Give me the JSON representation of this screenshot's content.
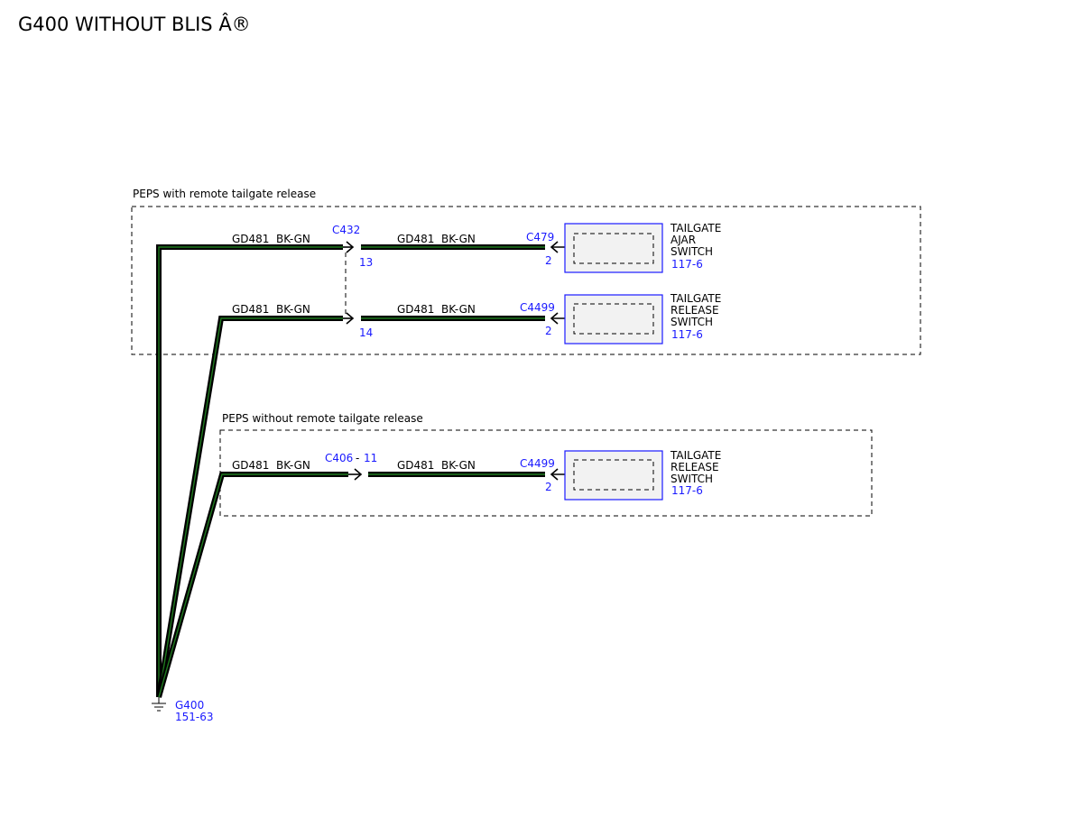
{
  "title": "G400  WITHOUT BLIS Â®",
  "groups": {
    "with_release": {
      "label": "PEPS with remote tailgate release"
    },
    "without_release": {
      "label": "PEPS without remote tailgate release"
    }
  },
  "wires": {
    "w1a": {
      "circuit": "GD481",
      "color": "BK-GN"
    },
    "w1b": {
      "circuit": "GD481",
      "color": "BK-GN"
    },
    "w2a": {
      "circuit": "GD481",
      "color": "BK-GN"
    },
    "w2b": {
      "circuit": "GD481",
      "color": "BK-GN"
    },
    "w3a": {
      "circuit": "GD481",
      "color": "BK-GN"
    },
    "w3b": {
      "circuit": "GD481",
      "color": "BK-GN"
    }
  },
  "connectors": {
    "c432": {
      "name": "C432",
      "pin_top": "13",
      "pin_bottom": "14"
    },
    "c406": {
      "name": "C406",
      "sep": "-",
      "pin": "11"
    },
    "c479": {
      "name": "C479",
      "pin": "2"
    },
    "c4499_a": {
      "name": "C4499",
      "pin": "2"
    },
    "c4499_b": {
      "name": "C4499",
      "pin": "2"
    }
  },
  "components": {
    "ajar_switch": {
      "lines": [
        "TAILGATE",
        "AJAR",
        "SWITCH"
      ],
      "ref": "117-6"
    },
    "release_switch_a": {
      "lines": [
        "TAILGATE",
        "RELEASE",
        "SWITCH"
      ],
      "ref": "117-6"
    },
    "release_switch_b": {
      "lines": [
        "TAILGATE",
        "RELEASE",
        "SWITCH"
      ],
      "ref": "117-6"
    }
  },
  "ground": {
    "name": "G400",
    "ref": "151-63"
  },
  "colors": {
    "wire": "#000000",
    "wire_stripe": "#1f7a1f",
    "reference": "#1a1aff",
    "component_fill": "#f2f2f2"
  }
}
